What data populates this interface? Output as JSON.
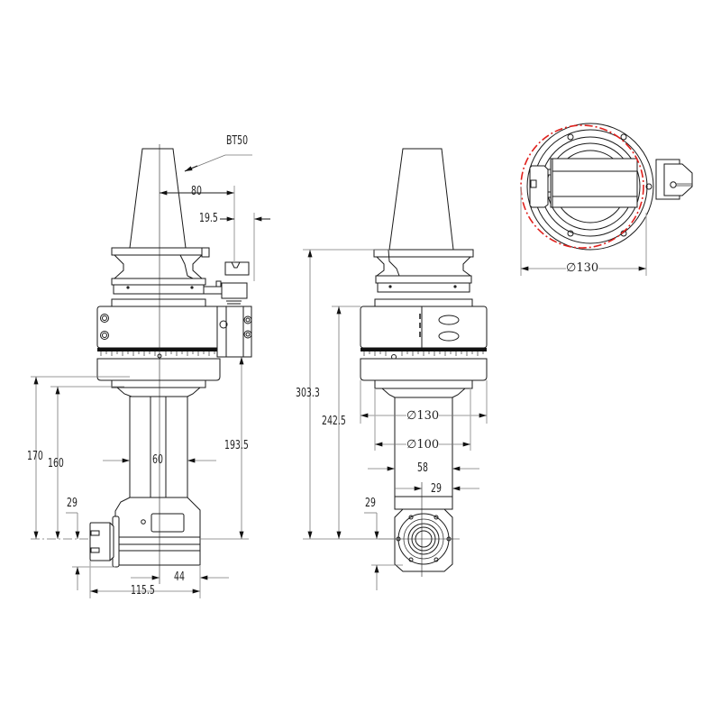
{
  "drawing": {
    "title": "BT50 angle head technical drawing",
    "views": [
      "side-view",
      "front-view",
      "bottom-view"
    ],
    "callout": {
      "label": "BT50"
    },
    "side_view": {
      "dims": {
        "d80": "80",
        "d19_5": "19.5",
        "d193_5": "193.5",
        "d170": "170",
        "d160": "160",
        "d60": "60",
        "d29": "29",
        "d44": "44",
        "d115_5": "115.5"
      }
    },
    "front_view": {
      "dims": {
        "d303_3": "303.3",
        "d242_5": "242.5",
        "d_phi130": "∅130",
        "d_phi100": "∅100",
        "d58": "58",
        "d29a": "29",
        "d29b": "29"
      }
    },
    "bottom_view": {
      "dims": {
        "d_phi130": "∅130"
      },
      "swing_circle_color": "#e0201c"
    },
    "colors": {
      "line": "#1a1a1a",
      "dimension": "#777777",
      "extension": "#aaaaaa",
      "swing_circle": "#e0201c"
    }
  }
}
